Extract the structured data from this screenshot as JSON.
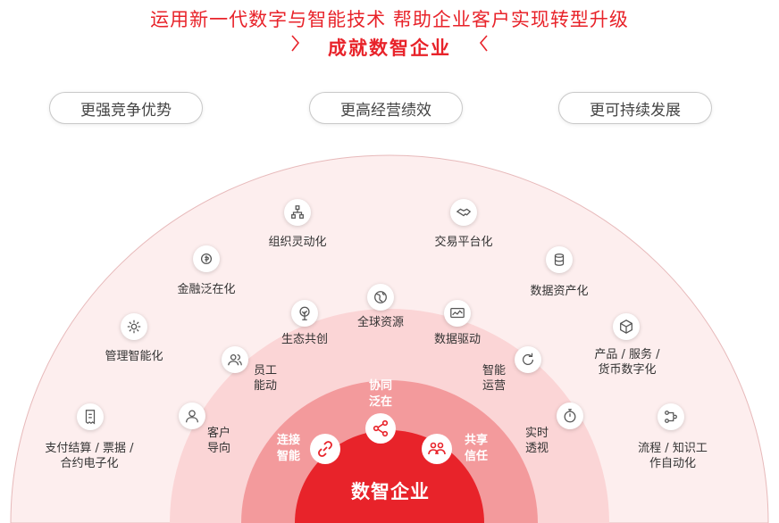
{
  "header": {
    "headline": "运用新一代数字与智能技术  帮助企业客户实现转型升级",
    "subheadline": "成就数智企业"
  },
  "goals": [
    "更强竞争优势",
    "更高经营绩效",
    "更可持续发展"
  ],
  "core": {
    "label": "数智企业",
    "items": [
      "连接\n智能",
      "协同\n泛在",
      "共享\n信任"
    ]
  },
  "middle_ring": {
    "items": [
      "客户\n导向",
      "员工\n能动",
      "生态共创",
      "全球资源",
      "数据驱动",
      "智能\n运营",
      "实时\n透视"
    ]
  },
  "outer_ring": {
    "items": [
      "支付结算 / 票据 /\n合约电子化",
      "管理智能化",
      "金融泛在化",
      "组织灵动化",
      "交易平台化",
      "数据资产化",
      "产品 / 服务 /\n货币数字化",
      "流程 / 知识工\n作自动化"
    ]
  },
  "colors": {
    "brand_red": "#e8232a",
    "ring_outer": "#fdecec",
    "ring_second": "#fbd3d4",
    "ring_third": "#f59a9c",
    "ring_core": "#e8232a"
  }
}
